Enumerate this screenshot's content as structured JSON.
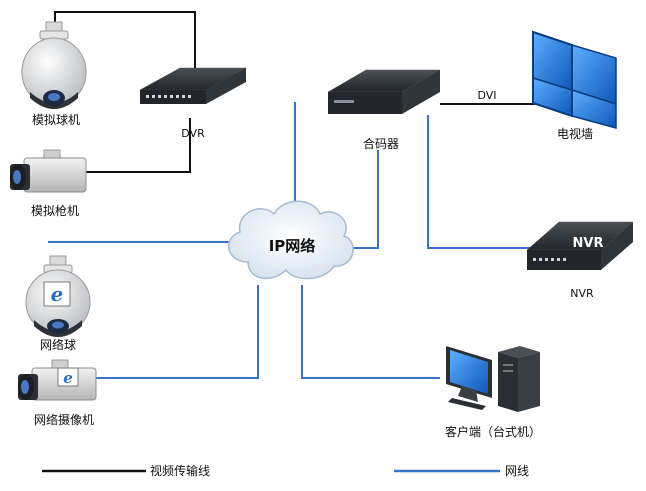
{
  "colors": {
    "video_line": "#111111",
    "network_line": "#3a73c8",
    "cloud_fill": "#eaf0f7",
    "device_dark": "#2b2f33",
    "screen_blue": "#1f6fd1"
  },
  "devices": {
    "analog_dome": "模拟球机",
    "analog_box": "模拟枪机",
    "dvr": "DVR",
    "decoder": "合码器",
    "dvi": "DVI",
    "video_wall": "电视墙",
    "nvr": "NVR",
    "nvr_badge": "NVR",
    "ip_dome": "网络球",
    "ip_camera": "网络摄像机",
    "client": "客户端（台式机）"
  },
  "cloud": {
    "label": "IP网络"
  },
  "legend": {
    "video_label": "视频传输线",
    "network_label": "网线"
  },
  "icons": {
    "ie_badge": "internet-explorer-icon"
  }
}
